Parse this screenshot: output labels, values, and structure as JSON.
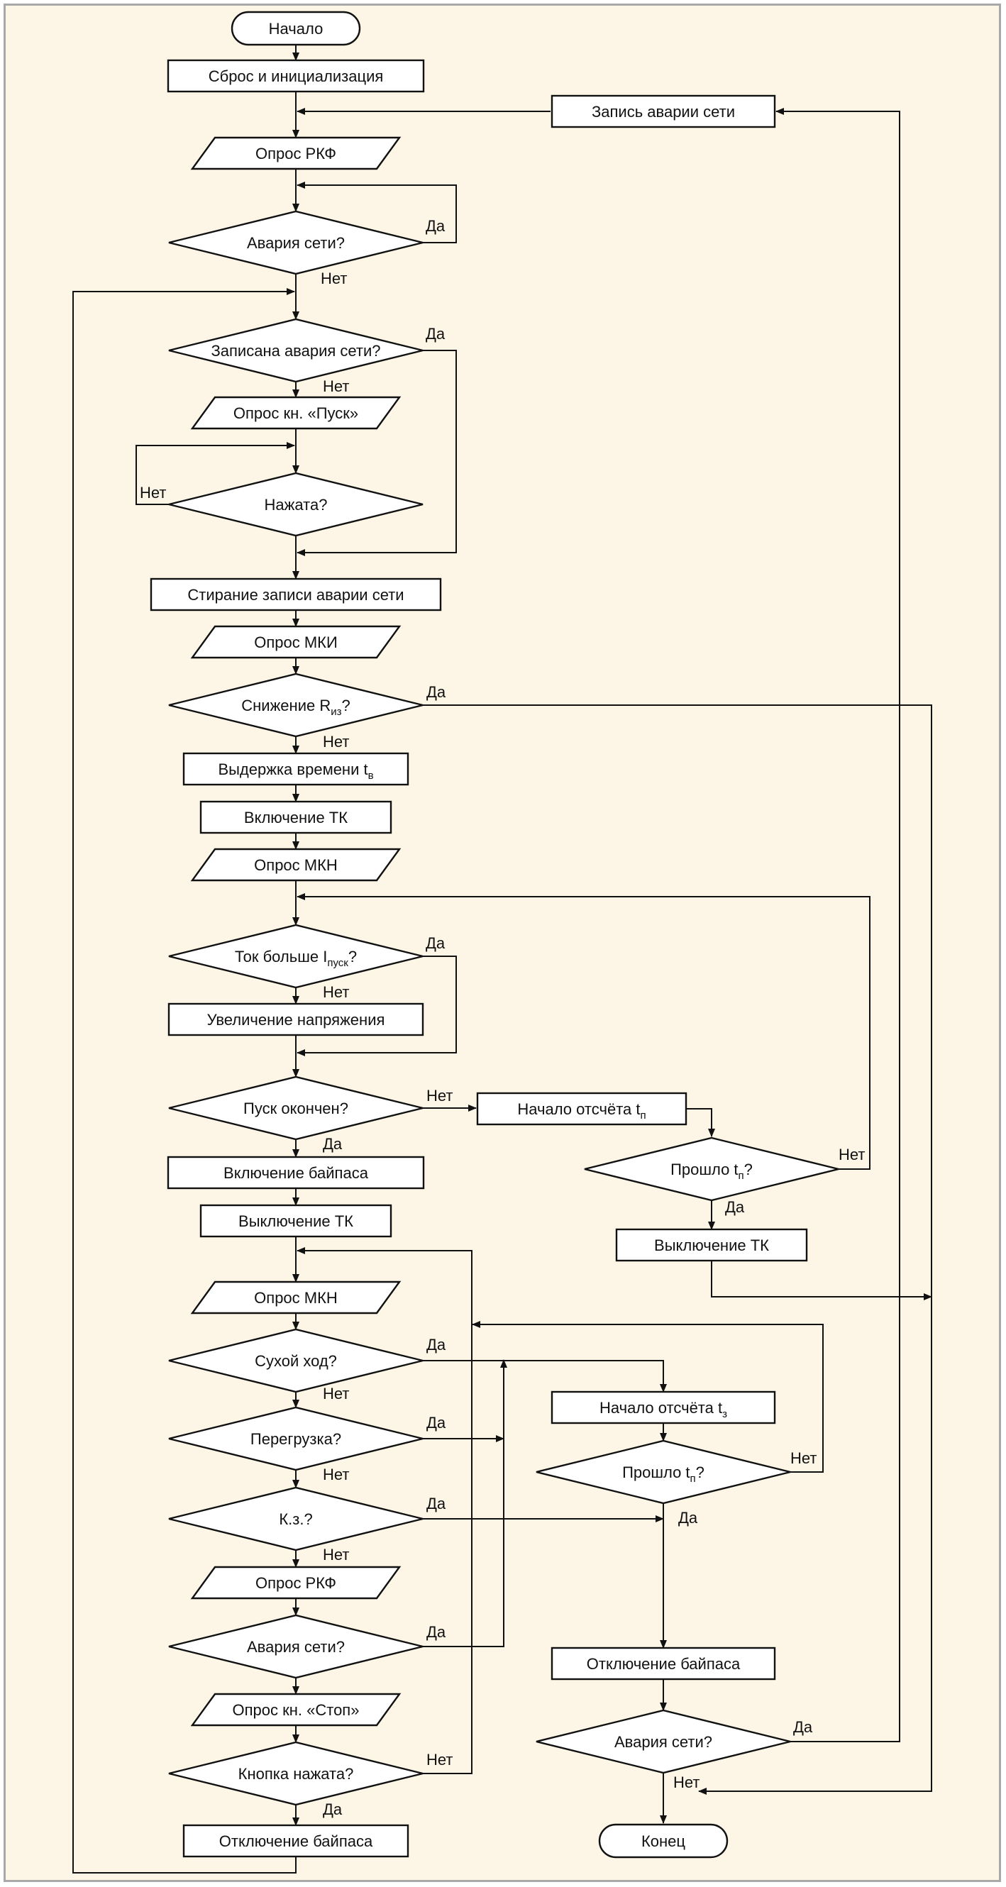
{
  "nodes": [
    {
      "id": "start",
      "text": "Начало"
    },
    {
      "id": "reset",
      "text": "Сброс и инициализация"
    },
    {
      "id": "poll_rkf1",
      "text": "Опрос РКФ"
    },
    {
      "id": "net_fault1",
      "text": "Авария сети?"
    },
    {
      "id": "fault_recorded",
      "text": "Записана авария сети?"
    },
    {
      "id": "poll_start_btn",
      "text": "Опрос кн. «Пуск»"
    },
    {
      "id": "pressed",
      "text": "Нажата?"
    },
    {
      "id": "erase_record",
      "text": "Стирание записи аварии сети"
    },
    {
      "id": "poll_mki",
      "text": "Опрос МКИ"
    },
    {
      "id": "riz_drop",
      "text": "Снижение R",
      "sub": "из",
      "tail": "?"
    },
    {
      "id": "delay_tv",
      "text": "Выдержка времени t",
      "sub": "в",
      "tail": ""
    },
    {
      "id": "tk_on",
      "text": "Включение ТК"
    },
    {
      "id": "poll_mkn1",
      "text": "Опрос МКН"
    },
    {
      "id": "current_gt",
      "text": "Ток больше I",
      "sub": "пуск",
      "tail": "?"
    },
    {
      "id": "increase_voltage",
      "text": "Увеличение напряжения"
    },
    {
      "id": "start_done",
      "text": "Пуск окончен?"
    },
    {
      "id": "start_tp",
      "text": "Начало отсчёта t",
      "sub": "п",
      "tail": ""
    },
    {
      "id": "elapsed_tp",
      "text": "Прошло t",
      "sub": "п",
      "tail": "?"
    },
    {
      "id": "tk_off_right",
      "text": "Выключение ТК"
    },
    {
      "id": "bypass_on",
      "text": "Включение байпаса"
    },
    {
      "id": "tk_off",
      "text": "Выключение ТК"
    },
    {
      "id": "poll_mkn2",
      "text": "Опрос МКН"
    },
    {
      "id": "dry_run",
      "text": "Сухой ход?"
    },
    {
      "id": "overload",
      "text": "Перегрузка?"
    },
    {
      "id": "short_circuit",
      "text": "К.з.?"
    },
    {
      "id": "poll_rkf2",
      "text": "Опрос РКФ"
    },
    {
      "id": "net_fault2",
      "text": "Авария сети?"
    },
    {
      "id": "poll_stop_btn",
      "text": "Опрос кн. «Стоп»"
    },
    {
      "id": "button_pressed",
      "text": "Кнопка нажата?"
    },
    {
      "id": "bypass_off_left",
      "text": "Отключение байпаса"
    },
    {
      "id": "start_tz",
      "text": "Начало отсчёта t",
      "sub": "з",
      "tail": ""
    },
    {
      "id": "elapsed_tp2",
      "text": "Прошло t",
      "sub": "п",
      "tail": "?"
    },
    {
      "id": "bypass_off_right",
      "text": "Отключение байпаса"
    },
    {
      "id": "net_fault3",
      "text": "Авария сети?"
    },
    {
      "id": "end",
      "text": "Конец"
    },
    {
      "id": "record_fault",
      "text": "Запись аварии сети"
    }
  ],
  "labels": {
    "yes": "Да",
    "no": "Нет"
  }
}
